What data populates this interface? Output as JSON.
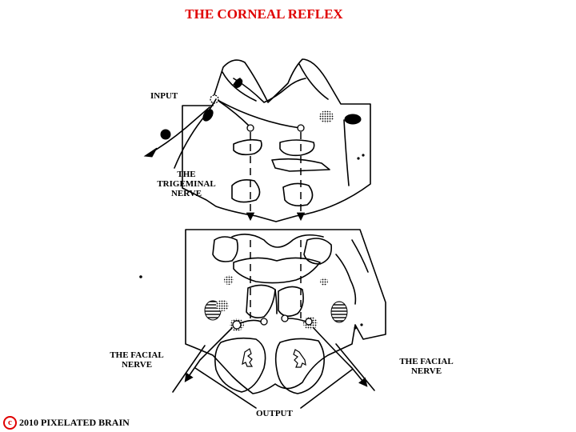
{
  "title": "THE CORNEAL REFLEX",
  "labels": {
    "input": "INPUT",
    "trigeminal": [
      "THE",
      "TRIGEMINAL",
      "NERVE"
    ],
    "facial_left": [
      "THE FACIAL",
      "NERVE"
    ],
    "facial_right": [
      "THE FACIAL",
      "NERVE"
    ],
    "output": "OUTPUT"
  },
  "copyright": {
    "icon": "copyright-icon",
    "symbol": "c",
    "text": "2010  PIXELATED BRAIN"
  },
  "colors": {
    "title": "#e00000",
    "line": "#000000",
    "background": "#ffffff"
  }
}
